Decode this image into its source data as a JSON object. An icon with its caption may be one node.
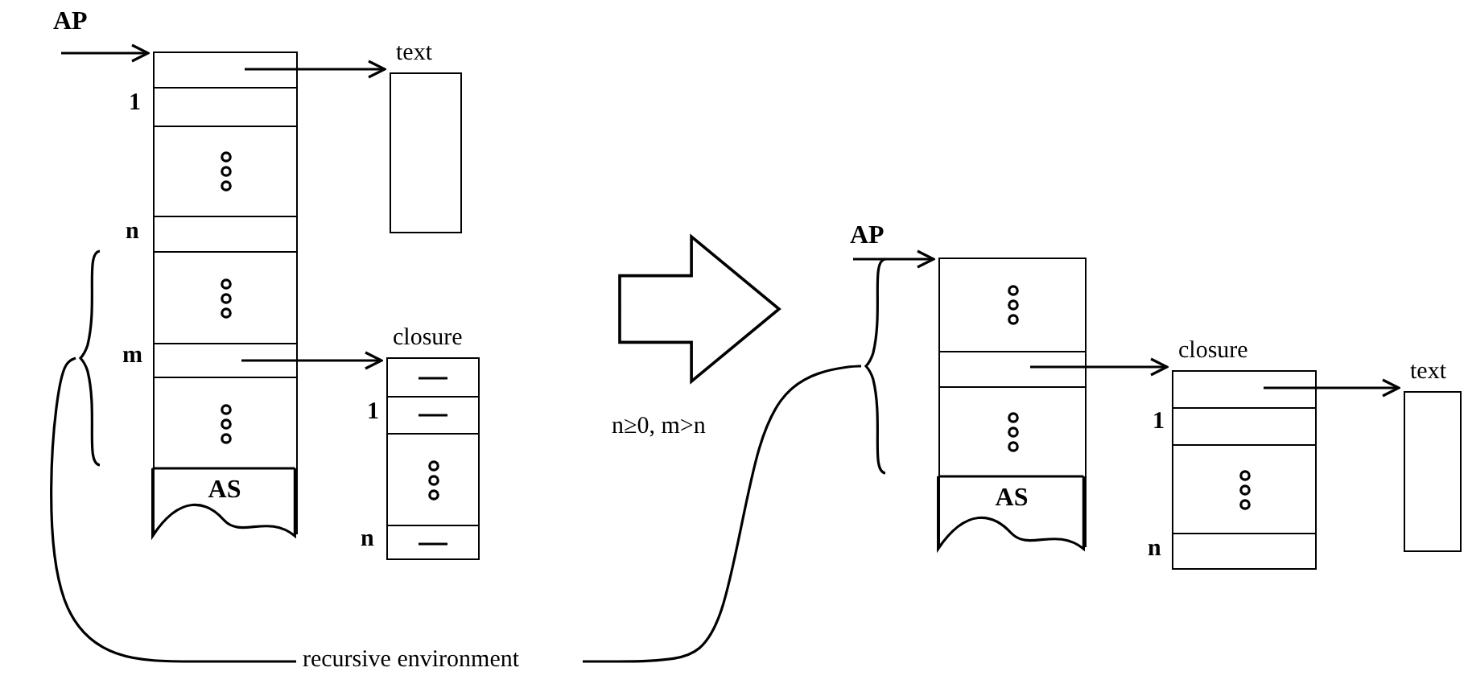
{
  "diagram": {
    "nodes": [
      {
        "text": [
          "AP"
        ]
      },
      {
        "text": [
          "AS"
        ],
        "beside": [
          "1",
          "n",
          "m"
        ]
      },
      {
        "text": [
          "text"
        ]
      },
      {
        "text": [
          "closure"
        ],
        "beside": [
          "1",
          "n"
        ]
      },
      {
        "text": [],
        "shape": "brace"
      },
      {
        "text": [
          "AP"
        ]
      },
      {
        "text": [
          "AS"
        ]
      },
      {
        "text": [],
        "shape": "brace"
      },
      {
        "text": [
          "closure"
        ],
        "beside": [
          "1",
          "n"
        ]
      },
      {
        "text": [
          "text"
        ]
      },
      {
        "text": [
          "recursive environment"
        ]
      }
    ],
    "edges": [
      {
        "from": 0,
        "to": 1,
        "arrow": "to"
      },
      {
        "from": 1,
        "to": 2,
        "arrow": "to"
      },
      {
        "from": 1,
        "to": 3,
        "arrow": "to"
      },
      {
        "from": 5,
        "to": 6,
        "arrow": "to"
      },
      {
        "from": 6,
        "to": 8,
        "arrow": "to"
      },
      {
        "from": 8,
        "to": 9,
        "arrow": "to"
      },
      {
        "from": 10,
        "to": 4,
        "arrow": "none"
      },
      {
        "from": 10,
        "to": 7,
        "arrow": "none"
      }
    ],
    "labels": [
      "n≥0, m>n"
    ]
  }
}
